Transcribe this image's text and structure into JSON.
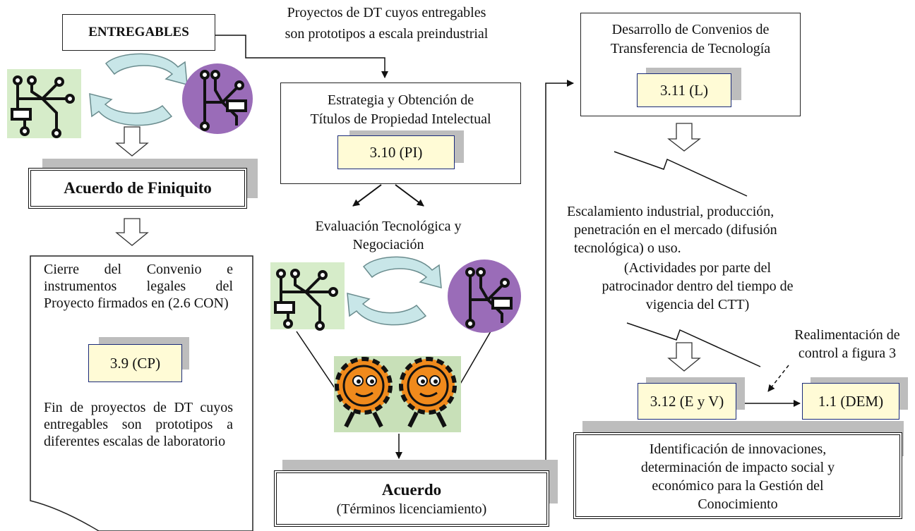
{
  "entregables_label": "ENTREGABLES",
  "top_note": [
    "Proyectos de DT cuyos entregables",
    "son prototipos a escala preindustrial"
  ],
  "acuerdo_finiquito": "Acuerdo de Finiquito",
  "cierre_text": "Cierre del Convenio e instrumentos legales del Proyecto firmados en (2.6 CON)",
  "code_cp": "3.9 (CP)",
  "fin_text": "Fin de proyectos de DT cuyos entregables son prototipos a diferentes escalas de laboratorio",
  "estrategia_title": [
    "Estrategia y Obtención de",
    "Títulos de Propiedad Intelectual"
  ],
  "code_pi": "3.10 (PI)",
  "evaluacion_text": [
    "Evaluación Tecnológica y",
    "Negociación"
  ],
  "acuerdo_title": "Acuerdo",
  "acuerdo_sub": "(Términos licenciamiento)",
  "convenios_title": [
    "Desarrollo de Convenios de",
    "Transferencia de Tecnología"
  ],
  "code_l": "3.11 (L)",
  "escalamiento_text": [
    "Escalamiento industrial, producción,",
    "penetración en el mercado (difusión",
    "tecnológica) o uso."
  ],
  "actividades_text": [
    "(Actividades por parte del",
    "patrocinador dentro del tiempo de",
    "vigencia del CTT)"
  ],
  "realimentacion_text": [
    "Realimentación de",
    "control a figura 3"
  ],
  "code_ev": "3.12 (E y V)",
  "code_dem": "1.1 (DEM)",
  "identificacion_text": [
    "Identificación de innovaciones,",
    "determinación de impacto social y",
    "económico para la Gestión del",
    "Conocimiento"
  ],
  "colors": {
    "green_bg": "#d6ecc9",
    "purple_bg": "#9a6cb8",
    "arrow_fill": "#c8e6e8",
    "code_fill": "#fffbd6",
    "code_border": "#1a2a7a",
    "gear_orange": "#f08a1c"
  },
  "icons": [
    "circuit-icon",
    "cycle-arrows-icon",
    "gear-face-icon",
    "block-arrow-down-icon"
  ]
}
